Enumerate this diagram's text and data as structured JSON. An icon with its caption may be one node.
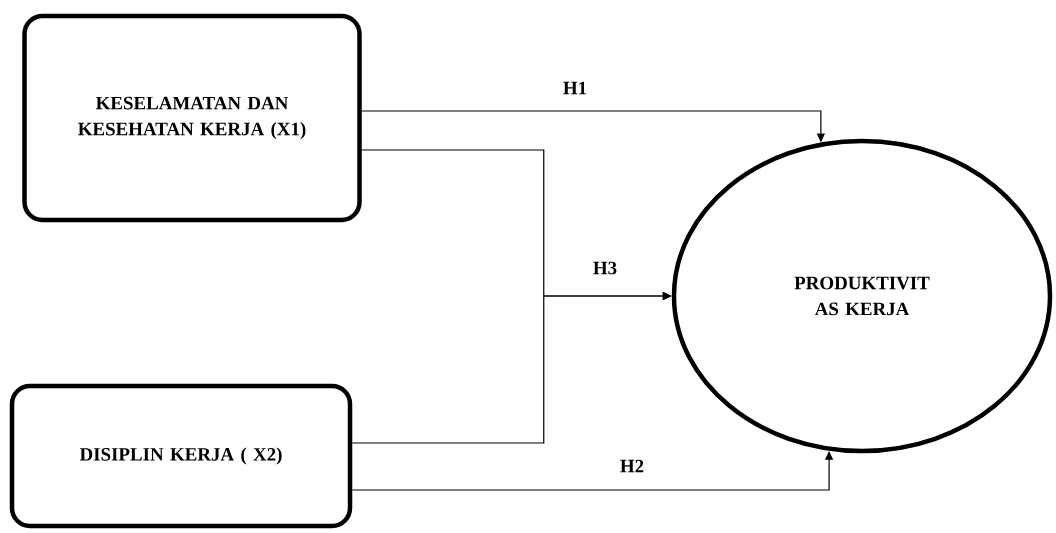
{
  "diagram": {
    "nodes": [
      {
        "text": [
          "KESELAMATAN DAN KESEHATAN KERJA (X1)"
        ]
      },
      {
        "text": [
          "PRODUKTIVIT AS KERJA"
        ]
      },
      {
        "text": [
          "DISIPLIN KERJA ( X2)"
        ]
      }
    ],
    "edges": [
      {
        "from": 0,
        "to": 1,
        "arrow": "to",
        "label": "H1"
      },
      {
        "from": 0,
        "to": 1,
        "arrow": "to",
        "label": "H3"
      },
      {
        "from": 2,
        "to": 1,
        "arrow": "to"
      },
      {
        "from": 2,
        "to": 1,
        "arrow": "to",
        "label": "H2"
      }
    ]
  }
}
